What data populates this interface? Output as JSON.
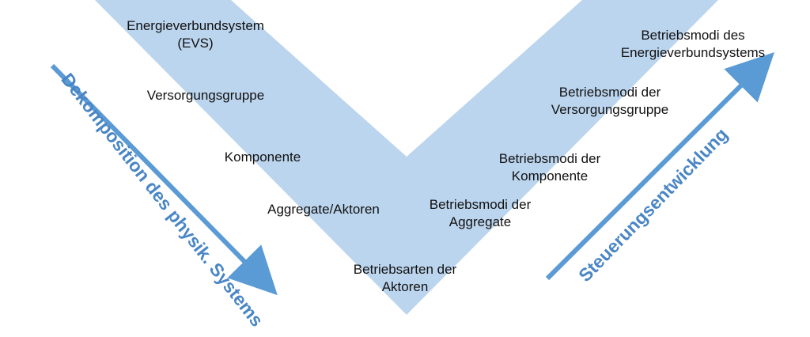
{
  "colors": {
    "band": "#bcd5ee",
    "arrow": "#5b9bd5",
    "side_title": "#4a86c5",
    "text": "#111111"
  },
  "left_side_title": "Dekomposition des physik. Systems",
  "right_side_title": "Steuerungsentwicklung",
  "left_labels": [
    "Energieverbundsystem\n(EVS)",
    "Versorgungsgruppe",
    "Komponente",
    "Aggregate/Aktoren"
  ],
  "bottom_label": "Betriebsarten der\nAktoren",
  "right_labels": [
    "Betriebsmodi der\nAggregate",
    "Betriebsmodi der\nKomponente",
    "Betriebsmodi der\nVersorgungsgruppe",
    "Betriebsmodi des\nEnergieverbundsystems"
  ],
  "left_arrow_icon": "arrow-down-right-icon",
  "right_arrow_icon": "arrow-up-right-icon"
}
